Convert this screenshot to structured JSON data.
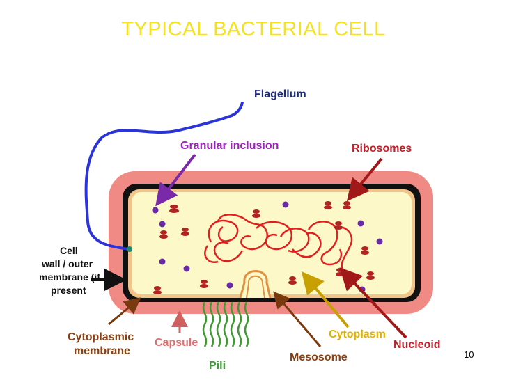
{
  "slide": {
    "title": "TYPICAL BACTERIAL CELL",
    "number": "10"
  },
  "diagram": {
    "labels": {
      "flagellum": "Flagellum",
      "granular_inclusion": "Granular inclusion",
      "ribosomes": "Ribosomes",
      "cell_wall_line1": "Cell",
      "cell_wall_line2": "wall / outer",
      "cell_wall_line3": "membrane (if",
      "cell_wall_line4": "present",
      "cytoplasmic_line1": "Cytoplasmic",
      "cytoplasmic_line2": "membrane",
      "capsule": "Capsule",
      "pili": "Pili",
      "mesosome": "Mesosome",
      "cytoplasm": "Cytoplasm",
      "nucleoid": "Nucleoid"
    },
    "colors": {
      "capsule": "#f08a84",
      "cell_wall": "#111111",
      "cytoplasm": "#fcf8c8",
      "flagellum": "#2a34d8",
      "granule": "#6a2aa8",
      "ribosome": "#b22222",
      "dna": "#e02020",
      "pili": "#3f9b2f",
      "label_red": "#c0202a",
      "label_purple": "#a020c0",
      "label_navy": "#1c2a7a",
      "label_brown": "#8a4010",
      "label_gold": "#e0b000",
      "label_pink": "#e07070",
      "label_green": "#38a030"
    }
  }
}
